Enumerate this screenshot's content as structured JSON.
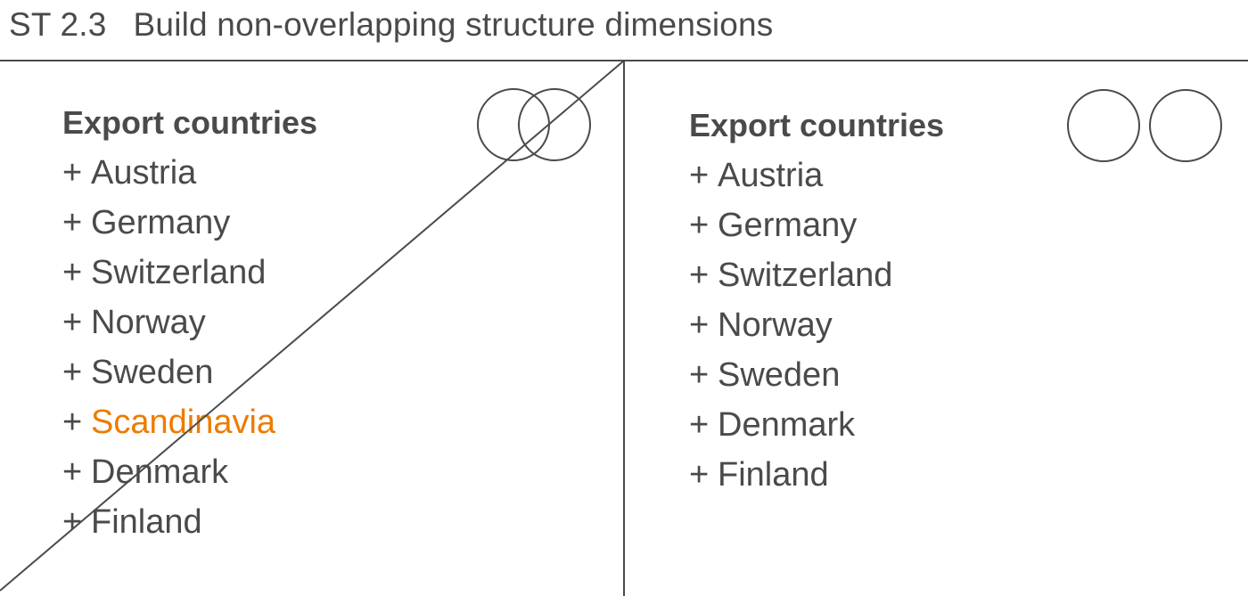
{
  "title": {
    "number": "ST 2.3",
    "text": "Build non-overlapping structure dimensions"
  },
  "colors": {
    "text": "#4a4a4c",
    "highlight": "#ec7c00",
    "line": "#4a4a4c"
  },
  "left_panel": {
    "state": "incorrect (crossed out)",
    "icon": "overlapping-circles-icon",
    "heading": "Export countries",
    "items": [
      {
        "prefix": "+",
        "label": "Austria",
        "highlight": false
      },
      {
        "prefix": "+",
        "label": "Germany",
        "highlight": false
      },
      {
        "prefix": "+",
        "label": "Switzerland",
        "highlight": false
      },
      {
        "prefix": "+",
        "label": "Norway",
        "highlight": false
      },
      {
        "prefix": "+",
        "label": "Sweden",
        "highlight": false
      },
      {
        "prefix": "+",
        "label": "Scandinavia",
        "highlight": true
      },
      {
        "prefix": "+",
        "label": "Denmark",
        "highlight": false
      },
      {
        "prefix": "+",
        "label": "Finland",
        "highlight": false
      }
    ]
  },
  "right_panel": {
    "state": "correct",
    "icon": "separate-circles-icon",
    "heading": "Export countries",
    "items": [
      {
        "prefix": "+",
        "label": "Austria"
      },
      {
        "prefix": "+",
        "label": "Germany"
      },
      {
        "prefix": "+",
        "label": "Switzerland"
      },
      {
        "prefix": "+",
        "label": "Norway"
      },
      {
        "prefix": "+",
        "label": "Sweden"
      },
      {
        "prefix": "+",
        "label": "Denmark"
      },
      {
        "prefix": "+",
        "label": "Finland"
      }
    ]
  }
}
